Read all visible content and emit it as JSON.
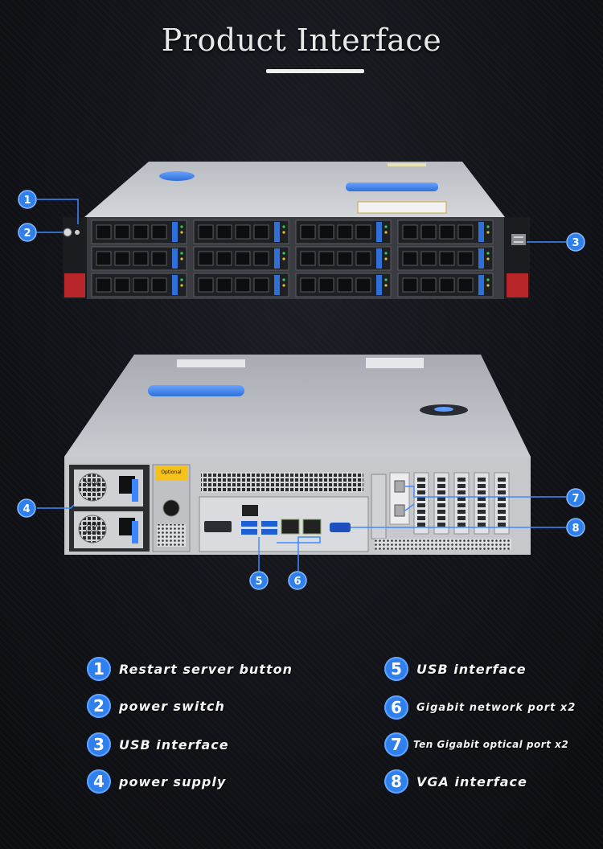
{
  "title": "Product Interface",
  "colors": {
    "accent": "#2f80ed",
    "background": "#121318"
  },
  "callouts": [
    "1",
    "2",
    "3",
    "4",
    "5",
    "6",
    "7",
    "8"
  ],
  "legend": [
    {
      "num": "1",
      "label": "Restart server button"
    },
    {
      "num": "2",
      "label": "power switch"
    },
    {
      "num": "3",
      "label": "USB interface"
    },
    {
      "num": "4",
      "label": "power supply"
    },
    {
      "num": "5",
      "label": "USB interface"
    },
    {
      "num": "6",
      "label": "Gigabit network port x2"
    },
    {
      "num": "7",
      "label": "Ten Gigabit optical port x2"
    },
    {
      "num": "8",
      "label": "VGA interface"
    }
  ],
  "psu": {
    "top_label": "550W",
    "top_sub": "M008",
    "bottom_label": "550W",
    "bottom_sub": "M008"
  },
  "optional_label": "Optional"
}
